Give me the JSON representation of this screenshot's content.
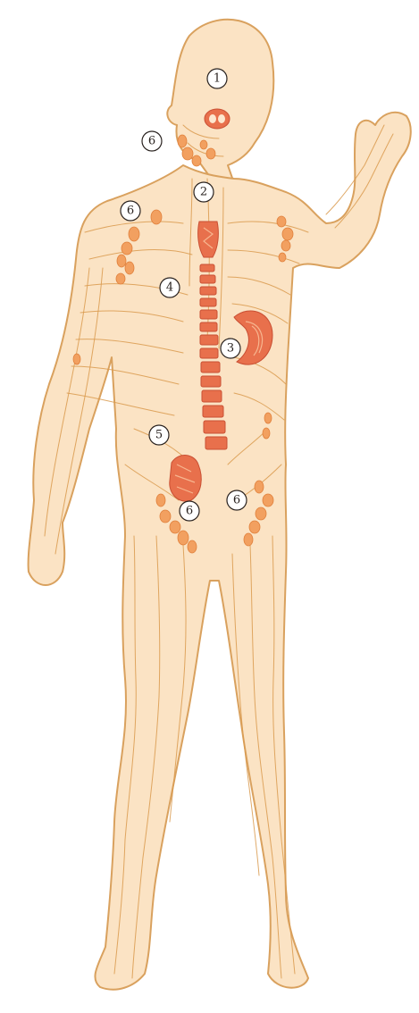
{
  "colors": {
    "skin": "#fbe3c4",
    "outline": "#d9a15e",
    "vessels": "#d99a4e",
    "lymph_nodes": "#f2a060",
    "organs": "#e8704c"
  },
  "markers": [
    "1",
    "2",
    "3",
    "4",
    "5",
    "6",
    "6",
    "6",
    "6"
  ]
}
